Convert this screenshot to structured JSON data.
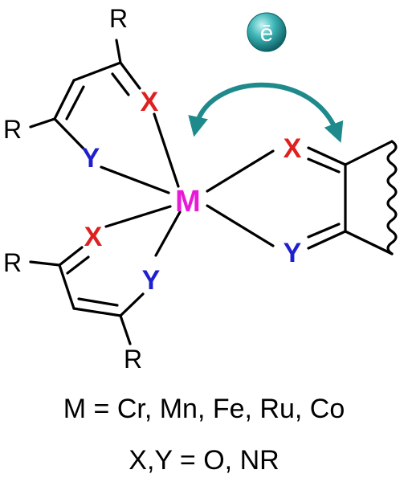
{
  "labels": {
    "metal": "M",
    "x": "X",
    "y": "Y",
    "r": "R",
    "electron": "ē"
  },
  "captions": {
    "metals": "M = Cr, Mn, Fe, Ru, Co",
    "donors": "X,Y = O, NR"
  },
  "colors": {
    "metal": "#e81ad6",
    "x_atom": "#e01f1f",
    "y_atom": "#1f1fcf",
    "arrow": "#1f8a8c",
    "bond": "#000000",
    "electron_badge": "#1f9aa0"
  }
}
